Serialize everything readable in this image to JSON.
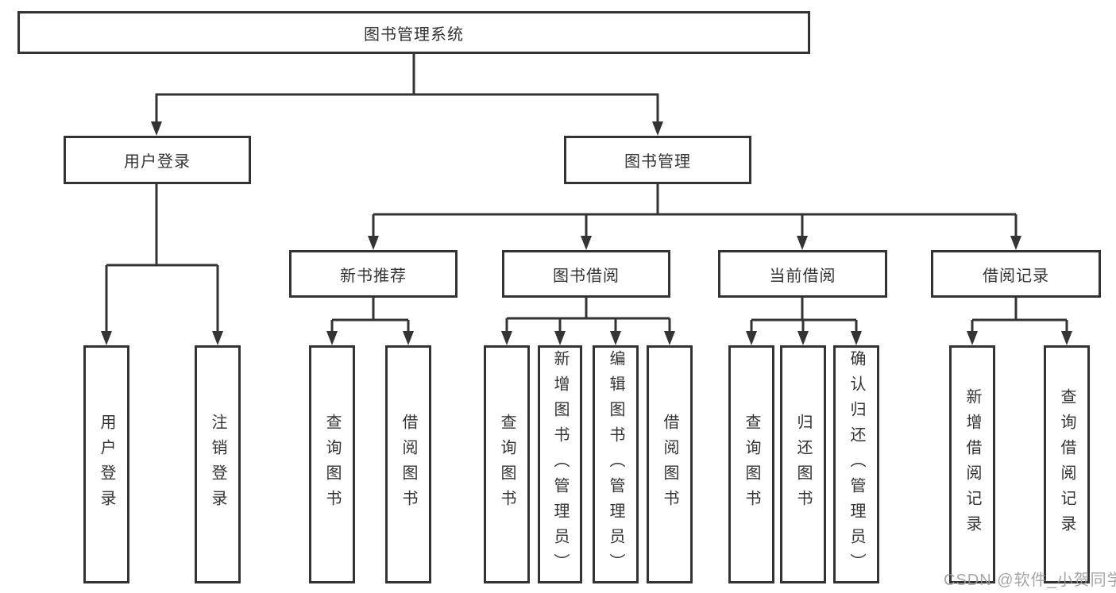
{
  "diagram": {
    "title_node": {
      "label": "图书管理系统"
    },
    "level2": [
      {
        "label": "用户登录"
      },
      {
        "label": "图书管理"
      }
    ],
    "level3": [
      {
        "label": "新书推荐"
      },
      {
        "label": "图书借阅"
      },
      {
        "label": "当前借阅"
      },
      {
        "label": "借阅记录"
      }
    ],
    "leaves": [
      {
        "label": "用户登录"
      },
      {
        "label": "注销登录"
      },
      {
        "label": "查询图书"
      },
      {
        "label": "借阅图书"
      },
      {
        "label": "查询图书"
      },
      {
        "label": "新增图书（管理员）"
      },
      {
        "label": "编辑图书（管理员）"
      },
      {
        "label": "借阅图书"
      },
      {
        "label": "查询图书"
      },
      {
        "label": "归还图书"
      },
      {
        "label": "确认归还（管理员）"
      },
      {
        "label": "新增借阅记录"
      },
      {
        "label": "查询借阅记录"
      }
    ],
    "colors": {
      "line": "#333333",
      "text": "#333333",
      "box_background": "#ffffff",
      "page_background": "#ffffff",
      "watermark": "#969696"
    }
  },
  "watermark": {
    "text": "CSDN @软件_小贺同学"
  }
}
